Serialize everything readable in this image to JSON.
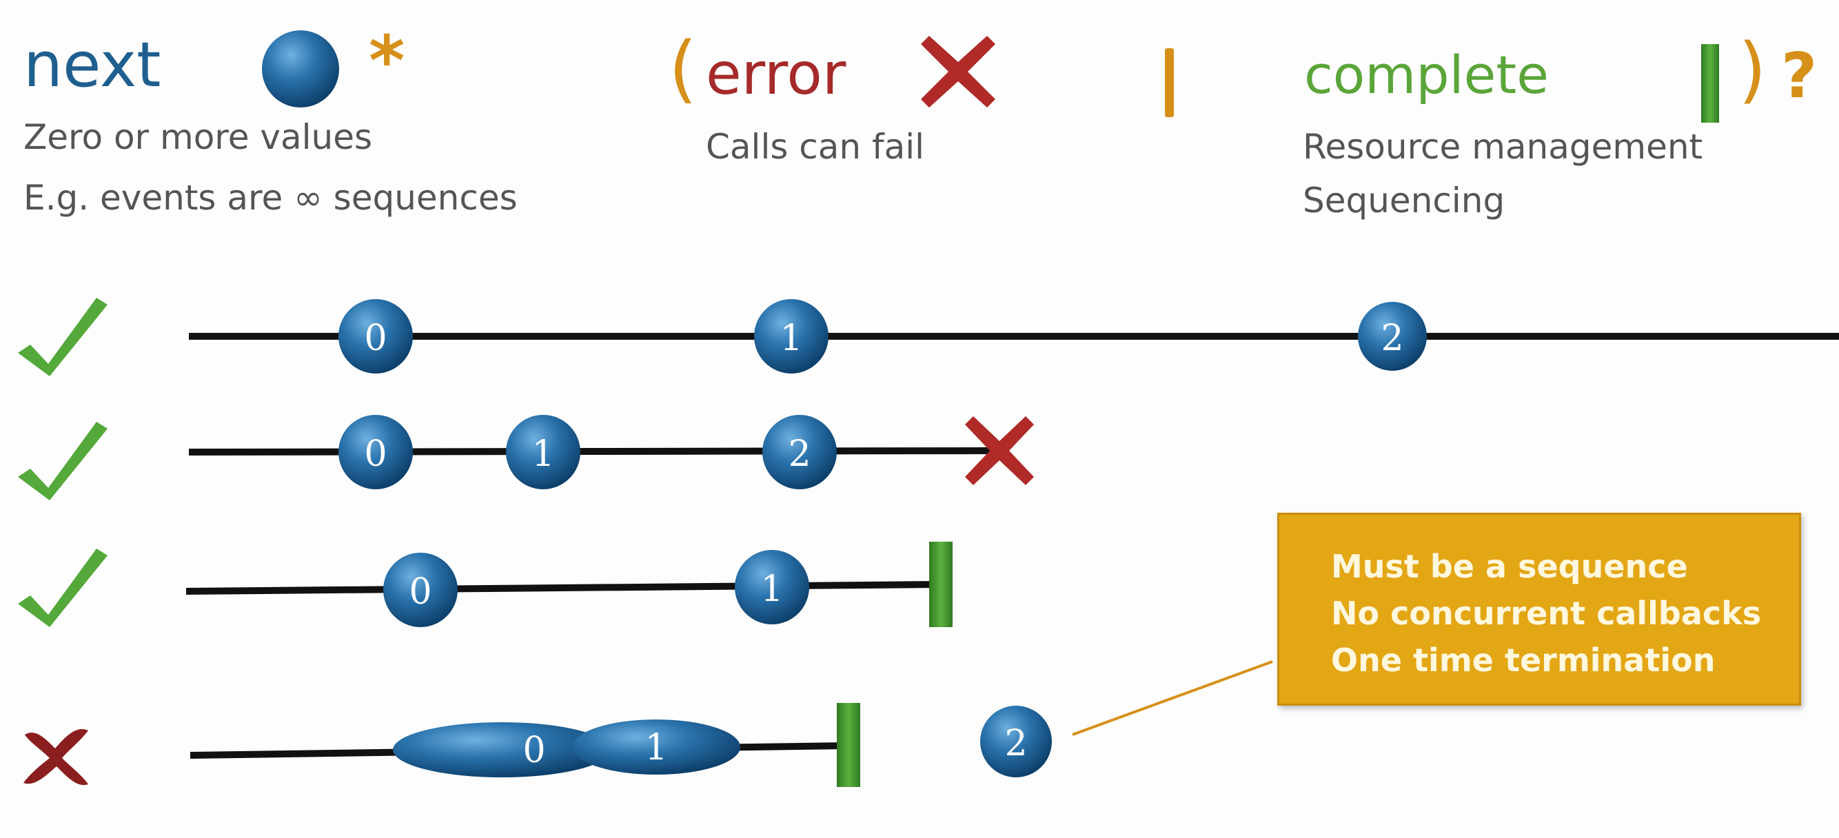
{
  "header": {
    "next": {
      "label": "next",
      "quantifier": "*",
      "description": [
        "Zero or more values",
        "E.g. events are ∞ sequences"
      ]
    },
    "error": {
      "open_paren": "(",
      "label": "error",
      "description": [
        "Calls can fail"
      ]
    },
    "separator": "|",
    "complete": {
      "label": "complete",
      "close_paren": ")",
      "quantifier": "?",
      "description": [
        "Resource management",
        "Sequencing"
      ]
    }
  },
  "timelines": [
    {
      "valid": true,
      "values": [
        "0",
        "1",
        "2"
      ],
      "termination": "none"
    },
    {
      "valid": true,
      "values": [
        "0",
        "1",
        "2"
      ],
      "termination": "error"
    },
    {
      "valid": true,
      "values": [
        "0",
        "1"
      ],
      "termination": "complete"
    },
    {
      "valid": false,
      "values": [
        "0",
        "1"
      ],
      "termination": "complete",
      "values_after_termination": [
        "2"
      ]
    }
  ],
  "note": {
    "lines": [
      "Must be a sequence",
      "No concurrent callbacks",
      "One time termination"
    ]
  },
  "colors": {
    "value_ball": "#1d5f94",
    "error": "#b02a28",
    "complete": "#3f8f2f",
    "check": "#55a83a",
    "invalid": "#8b1e1e",
    "accent": "#d6901a",
    "note_bg": "#e3a614"
  }
}
